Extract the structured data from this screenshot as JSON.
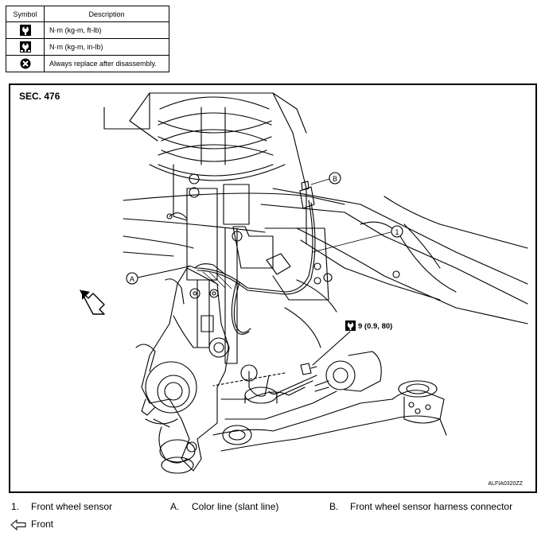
{
  "legend": {
    "header_symbol": "Symbol",
    "header_description": "Description",
    "rows": [
      {
        "icon": "torque-wrench-icon",
        "text": "N·m (kg-m, ft-lb)"
      },
      {
        "icon": "torque-wrench-inlb-icon",
        "text": "N·m (kg-m, in-lb)"
      },
      {
        "icon": "always-replace-icon",
        "text": "Always replace after disassembly."
      }
    ]
  },
  "figure": {
    "section": "SEC. 476",
    "code": "ALFIA0320ZZ",
    "callouts": {
      "b": "B",
      "one": "1",
      "a": "A"
    },
    "torque": "9 (0.9, 80)"
  },
  "captions": {
    "item1_num": "1.",
    "item1_text": "Front wheel sensor",
    "itemA_num": "A.",
    "itemA_text": "Color line (slant line)",
    "itemB_num": "B.",
    "itemB_text": "Front wheel sensor harness connector",
    "front_icon": "front-arrow-icon",
    "front_text": "Front"
  }
}
